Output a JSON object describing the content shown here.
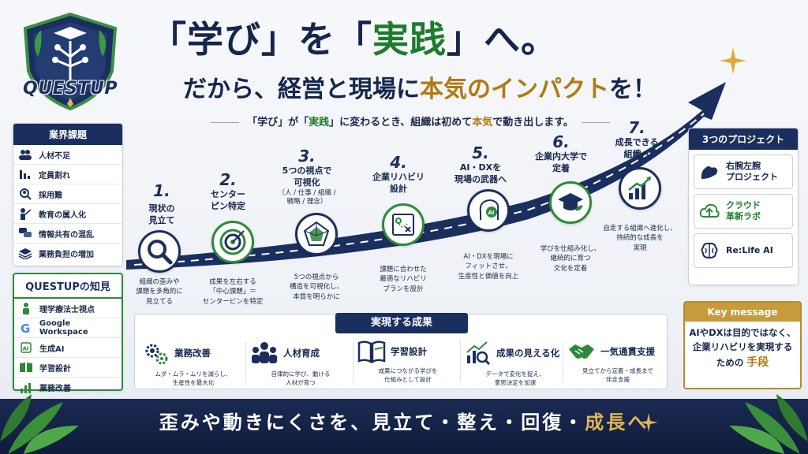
{
  "logo": {
    "text": "QUESTUP"
  },
  "headline": {
    "line1_part1": "「学び」を「",
    "line1_green": "実践",
    "line1_part2": "」へ。",
    "line2_part1": "だから、経営と現場に",
    "line2_accent": "本気のインパクト",
    "line2_part2": "を！",
    "subline_part1": "「学び」が「",
    "subline_green": "実践",
    "subline_part2": "」に変わるとき、組織は初めて",
    "subline_gold": "本気",
    "subline_part3": "で動き出します。"
  },
  "issues": {
    "title": "業界課題",
    "items": [
      {
        "label": "人材不足",
        "icon": "people-icon"
      },
      {
        "label": "定員割れ",
        "icon": "decline-chart-icon"
      },
      {
        "label": "採用難",
        "icon": "search-person-icon"
      },
      {
        "label": "教育の属人化",
        "icon": "teacher-icon"
      },
      {
        "label": "情報共有の混乱",
        "icon": "chat-bubbles-icon"
      },
      {
        "label": "業務負担の増加",
        "icon": "stack-icon"
      }
    ]
  },
  "knowledge": {
    "title": "QUESTUPの知見",
    "items": [
      {
        "label": "理学療法士視点",
        "icon": "therapist-icon"
      },
      {
        "label": "Google Workspace",
        "icon": "google-icon"
      },
      {
        "label": "生成AI",
        "icon": "ai-chip-icon"
      },
      {
        "label": "学習設計",
        "icon": "book-icon"
      },
      {
        "label": "業務改善",
        "icon": "bar-chart-icon"
      }
    ]
  },
  "steps": [
    {
      "num": "1.",
      "title": "現状の\n見立て",
      "desc": "組織の歪みや\n課題を多角的に\n見立てる",
      "icon": "magnifier-icon"
    },
    {
      "num": "2.",
      "title": "センター\nピン特定",
      "desc": "成果を左右する\n「中心課題」＝\nセンターピンを特定",
      "icon": "target-icon"
    },
    {
      "num": "3.",
      "title": "5つの視点で\n可視化",
      "sub": "（人 / 仕事 / 組織 /\n戦略 / 理念）",
      "desc": "5つの視点から\n構造を可視化し、\n本質を明らかに",
      "icon": "pentagon-icon"
    },
    {
      "num": "4.",
      "title": "企業リハビリ\n設計",
      "desc": "課題に合わせた\n最適なリハビリ\nプランを設計",
      "icon": "strategy-board-icon"
    },
    {
      "num": "5.",
      "title": "AI・DXを\n現場の武器へ",
      "desc": "AI・DXを現場に\nフィットさせ、\n生産性と価値を向上",
      "icon": "ai-head-icon"
    },
    {
      "num": "6.",
      "title": "企業内大学で\n定着",
      "desc": "学びを仕組み化し、\n継続的に育つ\n文化を定着",
      "icon": "graduation-cap-icon"
    },
    {
      "num": "7.",
      "title": "成長できる\n組織へ",
      "desc": "自走する組織へ進化し、\n持続的な成長を\n実現",
      "icon": "growth-chart-icon"
    }
  ],
  "projects": {
    "title": "3つのプロジェクト",
    "items": [
      {
        "label": "右腕左腕\nプロジェクト",
        "icon": "arm-icon"
      },
      {
        "label": "クラウド\n革新ラボ",
        "icon": "cloud-upload-icon"
      },
      {
        "label": "Re:Life AI",
        "icon": "brain-icon"
      }
    ]
  },
  "key_message": {
    "title": "Key message",
    "line1": "AIやDXは目的ではなく、",
    "line2": "企業リハビリを実現する",
    "line3_part1": "ための",
    "line3_gold": "手段"
  },
  "results": {
    "title": "実現する成果",
    "items": [
      {
        "title": "業務改善",
        "desc": "ムダ・ムラ・ムリを減らし、\n生産性を最大化",
        "icon": "gears-icon"
      },
      {
        "title": "人材育成",
        "desc": "自律的に学び、動ける\n人材が育つ",
        "icon": "team-icon"
      },
      {
        "title": "学習設計",
        "desc": "成果につながる学びを\n仕組みとして設計",
        "icon": "open-book-icon"
      },
      {
        "title": "成果の見える化",
        "desc": "データで変化を捉え、\n意思決定を加速",
        "icon": "analytics-icon"
      },
      {
        "title": "一気通貫支援",
        "desc": "見立てから定着・成長まで\n伴走支援",
        "icon": "handshake-icon"
      }
    ]
  },
  "banner": {
    "part1": "歪みや動きにくさを、見立て・整え・回復・",
    "part2": "成長へ"
  },
  "colors": {
    "navy": "#1b2f5e",
    "green": "#2c8a3a",
    "gold": "#b07a12"
  }
}
